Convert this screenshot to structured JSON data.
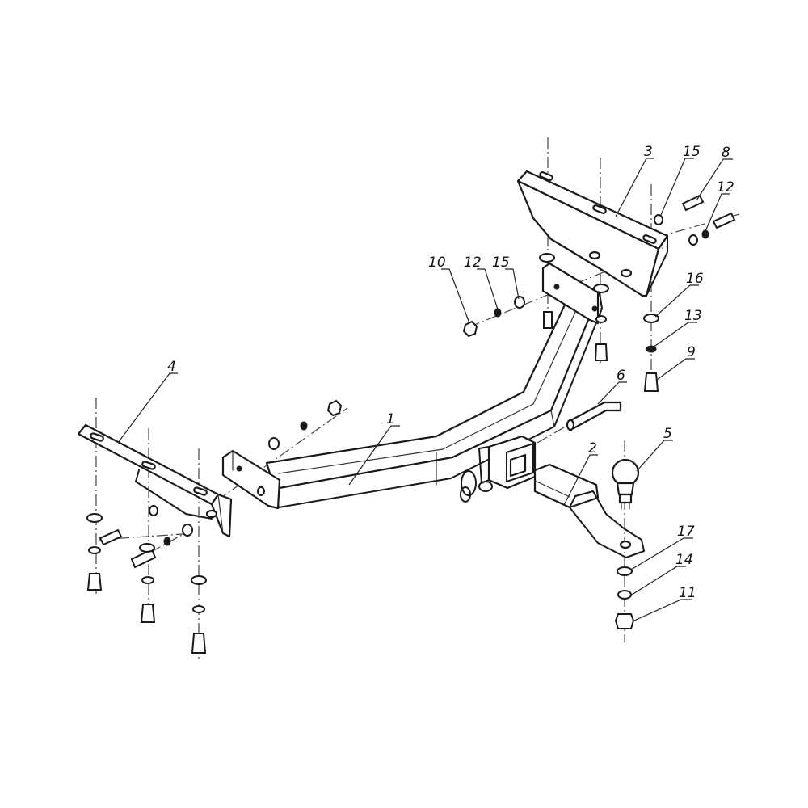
{
  "callouts": [
    {
      "id": "c1",
      "text": "1"
    },
    {
      "id": "c2",
      "text": "2"
    },
    {
      "id": "c3",
      "text": "3"
    },
    {
      "id": "c4",
      "text": "4"
    },
    {
      "id": "c5",
      "text": "5"
    },
    {
      "id": "c6",
      "text": "6"
    },
    {
      "id": "c8",
      "text": "8"
    },
    {
      "id": "c9",
      "text": "9"
    },
    {
      "id": "c10",
      "text": "10"
    },
    {
      "id": "c11",
      "text": "11"
    },
    {
      "id": "c12a",
      "text": "12"
    },
    {
      "id": "c12b",
      "text": "12"
    },
    {
      "id": "c13",
      "text": "13"
    },
    {
      "id": "c14",
      "text": "14"
    },
    {
      "id": "c15a",
      "text": "15"
    },
    {
      "id": "c15b",
      "text": "15"
    },
    {
      "id": "c16",
      "text": "16"
    },
    {
      "id": "c17",
      "text": "17"
    }
  ]
}
